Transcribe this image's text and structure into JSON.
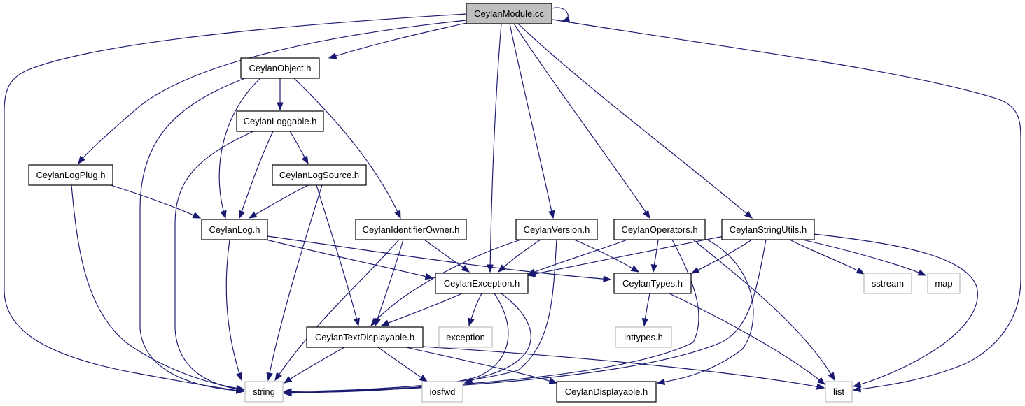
{
  "graph": {
    "colors": {
      "edge": "#191970",
      "root_fill": "#bfbfbf",
      "external_border": "#bfbfbf",
      "node_border": "#000000"
    },
    "nodes": [
      {
        "id": "root",
        "label": "CeylanModule.cc",
        "kind": "root"
      },
      {
        "id": "object",
        "label": "CeylanObject.h",
        "kind": "header"
      },
      {
        "id": "loggable",
        "label": "CeylanLoggable.h",
        "kind": "header"
      },
      {
        "id": "logsource",
        "label": "CeylanLogSource.h",
        "kind": "header"
      },
      {
        "id": "logplug",
        "label": "CeylanLogPlug.h",
        "kind": "header"
      },
      {
        "id": "log",
        "label": "CeylanLog.h",
        "kind": "header"
      },
      {
        "id": "idowner",
        "label": "CeylanIdentifierOwner.h",
        "kind": "header"
      },
      {
        "id": "version",
        "label": "CeylanVersion.h",
        "kind": "header"
      },
      {
        "id": "operators",
        "label": "CeylanOperators.h",
        "kind": "header"
      },
      {
        "id": "stringutils",
        "label": "CeylanStringUtils.h",
        "kind": "header"
      },
      {
        "id": "exception",
        "label": "CeylanException.h",
        "kind": "header"
      },
      {
        "id": "types",
        "label": "CeylanTypes.h",
        "kind": "header"
      },
      {
        "id": "sstream",
        "label": "sstream",
        "kind": "external"
      },
      {
        "id": "map",
        "label": "map",
        "kind": "external"
      },
      {
        "id": "textdisp",
        "label": "CeylanTextDisplayable.h",
        "kind": "header"
      },
      {
        "id": "exceptionstd",
        "label": "exception",
        "kind": "external"
      },
      {
        "id": "inttypes",
        "label": "inttypes.h",
        "kind": "external"
      },
      {
        "id": "string",
        "label": "string",
        "kind": "external"
      },
      {
        "id": "iosfwd",
        "label": "iosfwd",
        "kind": "external"
      },
      {
        "id": "displayable",
        "label": "CeylanDisplayable.h",
        "kind": "header"
      },
      {
        "id": "list",
        "label": "list",
        "kind": "external"
      }
    ],
    "edges": [
      [
        "root",
        "root"
      ],
      [
        "root",
        "object"
      ],
      [
        "root",
        "logplug"
      ],
      [
        "root",
        "string"
      ],
      [
        "root",
        "exception"
      ],
      [
        "root",
        "version"
      ],
      [
        "root",
        "operators"
      ],
      [
        "root",
        "stringutils"
      ],
      [
        "root",
        "list"
      ],
      [
        "object",
        "loggable"
      ],
      [
        "object",
        "log"
      ],
      [
        "object",
        "idowner"
      ],
      [
        "object",
        "string"
      ],
      [
        "loggable",
        "logsource"
      ],
      [
        "loggable",
        "log"
      ],
      [
        "loggable",
        "string"
      ],
      [
        "logsource",
        "log"
      ],
      [
        "logsource",
        "textdisp"
      ],
      [
        "logsource",
        "string"
      ],
      [
        "logplug",
        "log"
      ],
      [
        "logplug",
        "string"
      ],
      [
        "log",
        "exception"
      ],
      [
        "log",
        "types"
      ],
      [
        "log",
        "string"
      ],
      [
        "idowner",
        "exception"
      ],
      [
        "idowner",
        "textdisp"
      ],
      [
        "idowner",
        "string"
      ],
      [
        "version",
        "exception"
      ],
      [
        "version",
        "types"
      ],
      [
        "version",
        "textdisp"
      ],
      [
        "version",
        "string"
      ],
      [
        "operators",
        "exception"
      ],
      [
        "operators",
        "types"
      ],
      [
        "operators",
        "string"
      ],
      [
        "operators",
        "list"
      ],
      [
        "operators",
        "displayable"
      ],
      [
        "stringutils",
        "exception"
      ],
      [
        "stringutils",
        "types"
      ],
      [
        "stringutils",
        "sstream"
      ],
      [
        "stringutils",
        "map"
      ],
      [
        "stringutils",
        "list"
      ],
      [
        "stringutils",
        "string"
      ],
      [
        "exception",
        "textdisp"
      ],
      [
        "exception",
        "exceptionstd"
      ],
      [
        "exception",
        "string"
      ],
      [
        "exception",
        "iosfwd"
      ],
      [
        "types",
        "inttypes"
      ],
      [
        "types",
        "list"
      ],
      [
        "textdisp",
        "string"
      ],
      [
        "textdisp",
        "iosfwd"
      ],
      [
        "textdisp",
        "displayable"
      ],
      [
        "textdisp",
        "list"
      ]
    ]
  }
}
